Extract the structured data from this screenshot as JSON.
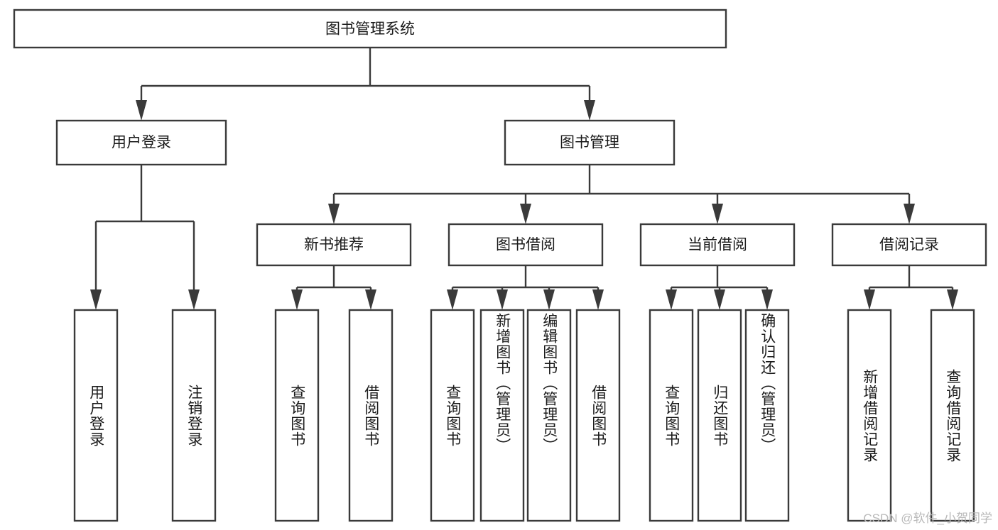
{
  "diagram": {
    "title": "图书管理系统",
    "type": "hierarchy-tree",
    "orientation": "top-down",
    "colors": {
      "background": "#ffffff",
      "node_fill": "#ffffff",
      "node_stroke": "#3a3a3a",
      "connector": "#3a3a3a",
      "text": "#1a1a1a",
      "watermark": "#b9b9b9"
    },
    "root": {
      "label": "图书管理系统"
    },
    "level2": [
      {
        "id": "user-login",
        "label": "用户登录"
      },
      {
        "id": "book-management",
        "label": "图书管理"
      }
    ],
    "level3": [
      {
        "id": "new-book-recommend",
        "label": "新书推荐",
        "parent": "book-management"
      },
      {
        "id": "book-borrow",
        "label": "图书借阅",
        "parent": "book-management"
      },
      {
        "id": "current-borrow",
        "label": "当前借阅",
        "parent": "book-management"
      },
      {
        "id": "borrow-record",
        "label": "借阅记录",
        "parent": "book-management"
      }
    ],
    "leaves": [
      {
        "id": "leaf-user-login",
        "label": "用户登录",
        "parent": "user-login"
      },
      {
        "id": "leaf-logout-login",
        "label": "注销登录",
        "parent": "user-login"
      },
      {
        "id": "leaf-query-book-1",
        "label": "查询图书",
        "parent": "new-book-recommend"
      },
      {
        "id": "leaf-borrow-book-1",
        "label": "借阅图书",
        "parent": "new-book-recommend"
      },
      {
        "id": "leaf-query-book-2",
        "label": "查询图书",
        "parent": "book-borrow"
      },
      {
        "id": "leaf-add-book",
        "label": "新增图书（管理员）",
        "parent": "book-borrow"
      },
      {
        "id": "leaf-edit-book",
        "label": "编辑图书（管理员）",
        "parent": "book-borrow"
      },
      {
        "id": "leaf-borrow-book-2",
        "label": "借阅图书",
        "parent": "book-borrow"
      },
      {
        "id": "leaf-query-book-3",
        "label": "查询图书",
        "parent": "current-borrow"
      },
      {
        "id": "leaf-return-book",
        "label": "归还图书",
        "parent": "current-borrow"
      },
      {
        "id": "leaf-confirm-return",
        "label": "确认归还（管理员）",
        "parent": "current-borrow"
      },
      {
        "id": "leaf-add-record",
        "label": "新增借阅记录",
        "parent": "borrow-record"
      },
      {
        "id": "leaf-query-record",
        "label": "查询借阅记录",
        "parent": "borrow-record"
      }
    ]
  },
  "watermark": {
    "text": "CSDN @软件_小贺同学"
  }
}
